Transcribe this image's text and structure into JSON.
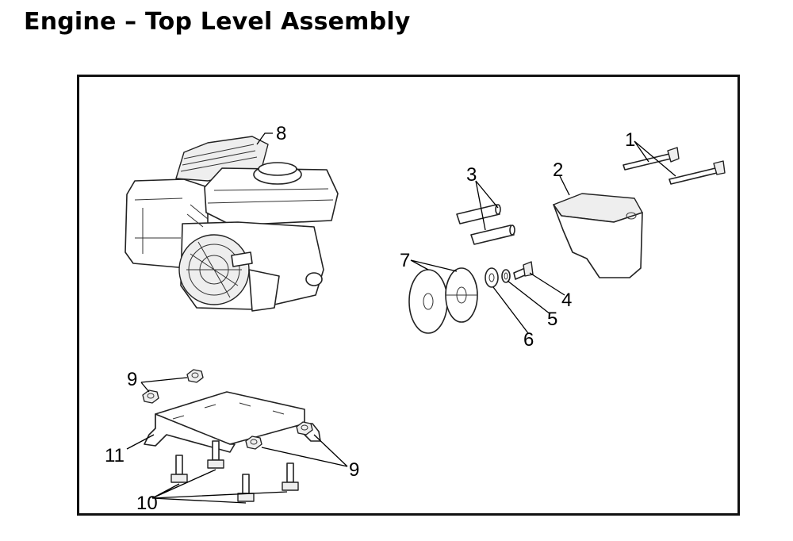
{
  "title": "Engine – Top Level Assembly",
  "callouts": {
    "c1": "1",
    "c2": "2",
    "c3": "3",
    "c4": "4",
    "c5": "5",
    "c6": "6",
    "c7": "7",
    "c8": "8",
    "c9a": "9",
    "c9b": "9",
    "c10": "10",
    "c11": "11"
  }
}
